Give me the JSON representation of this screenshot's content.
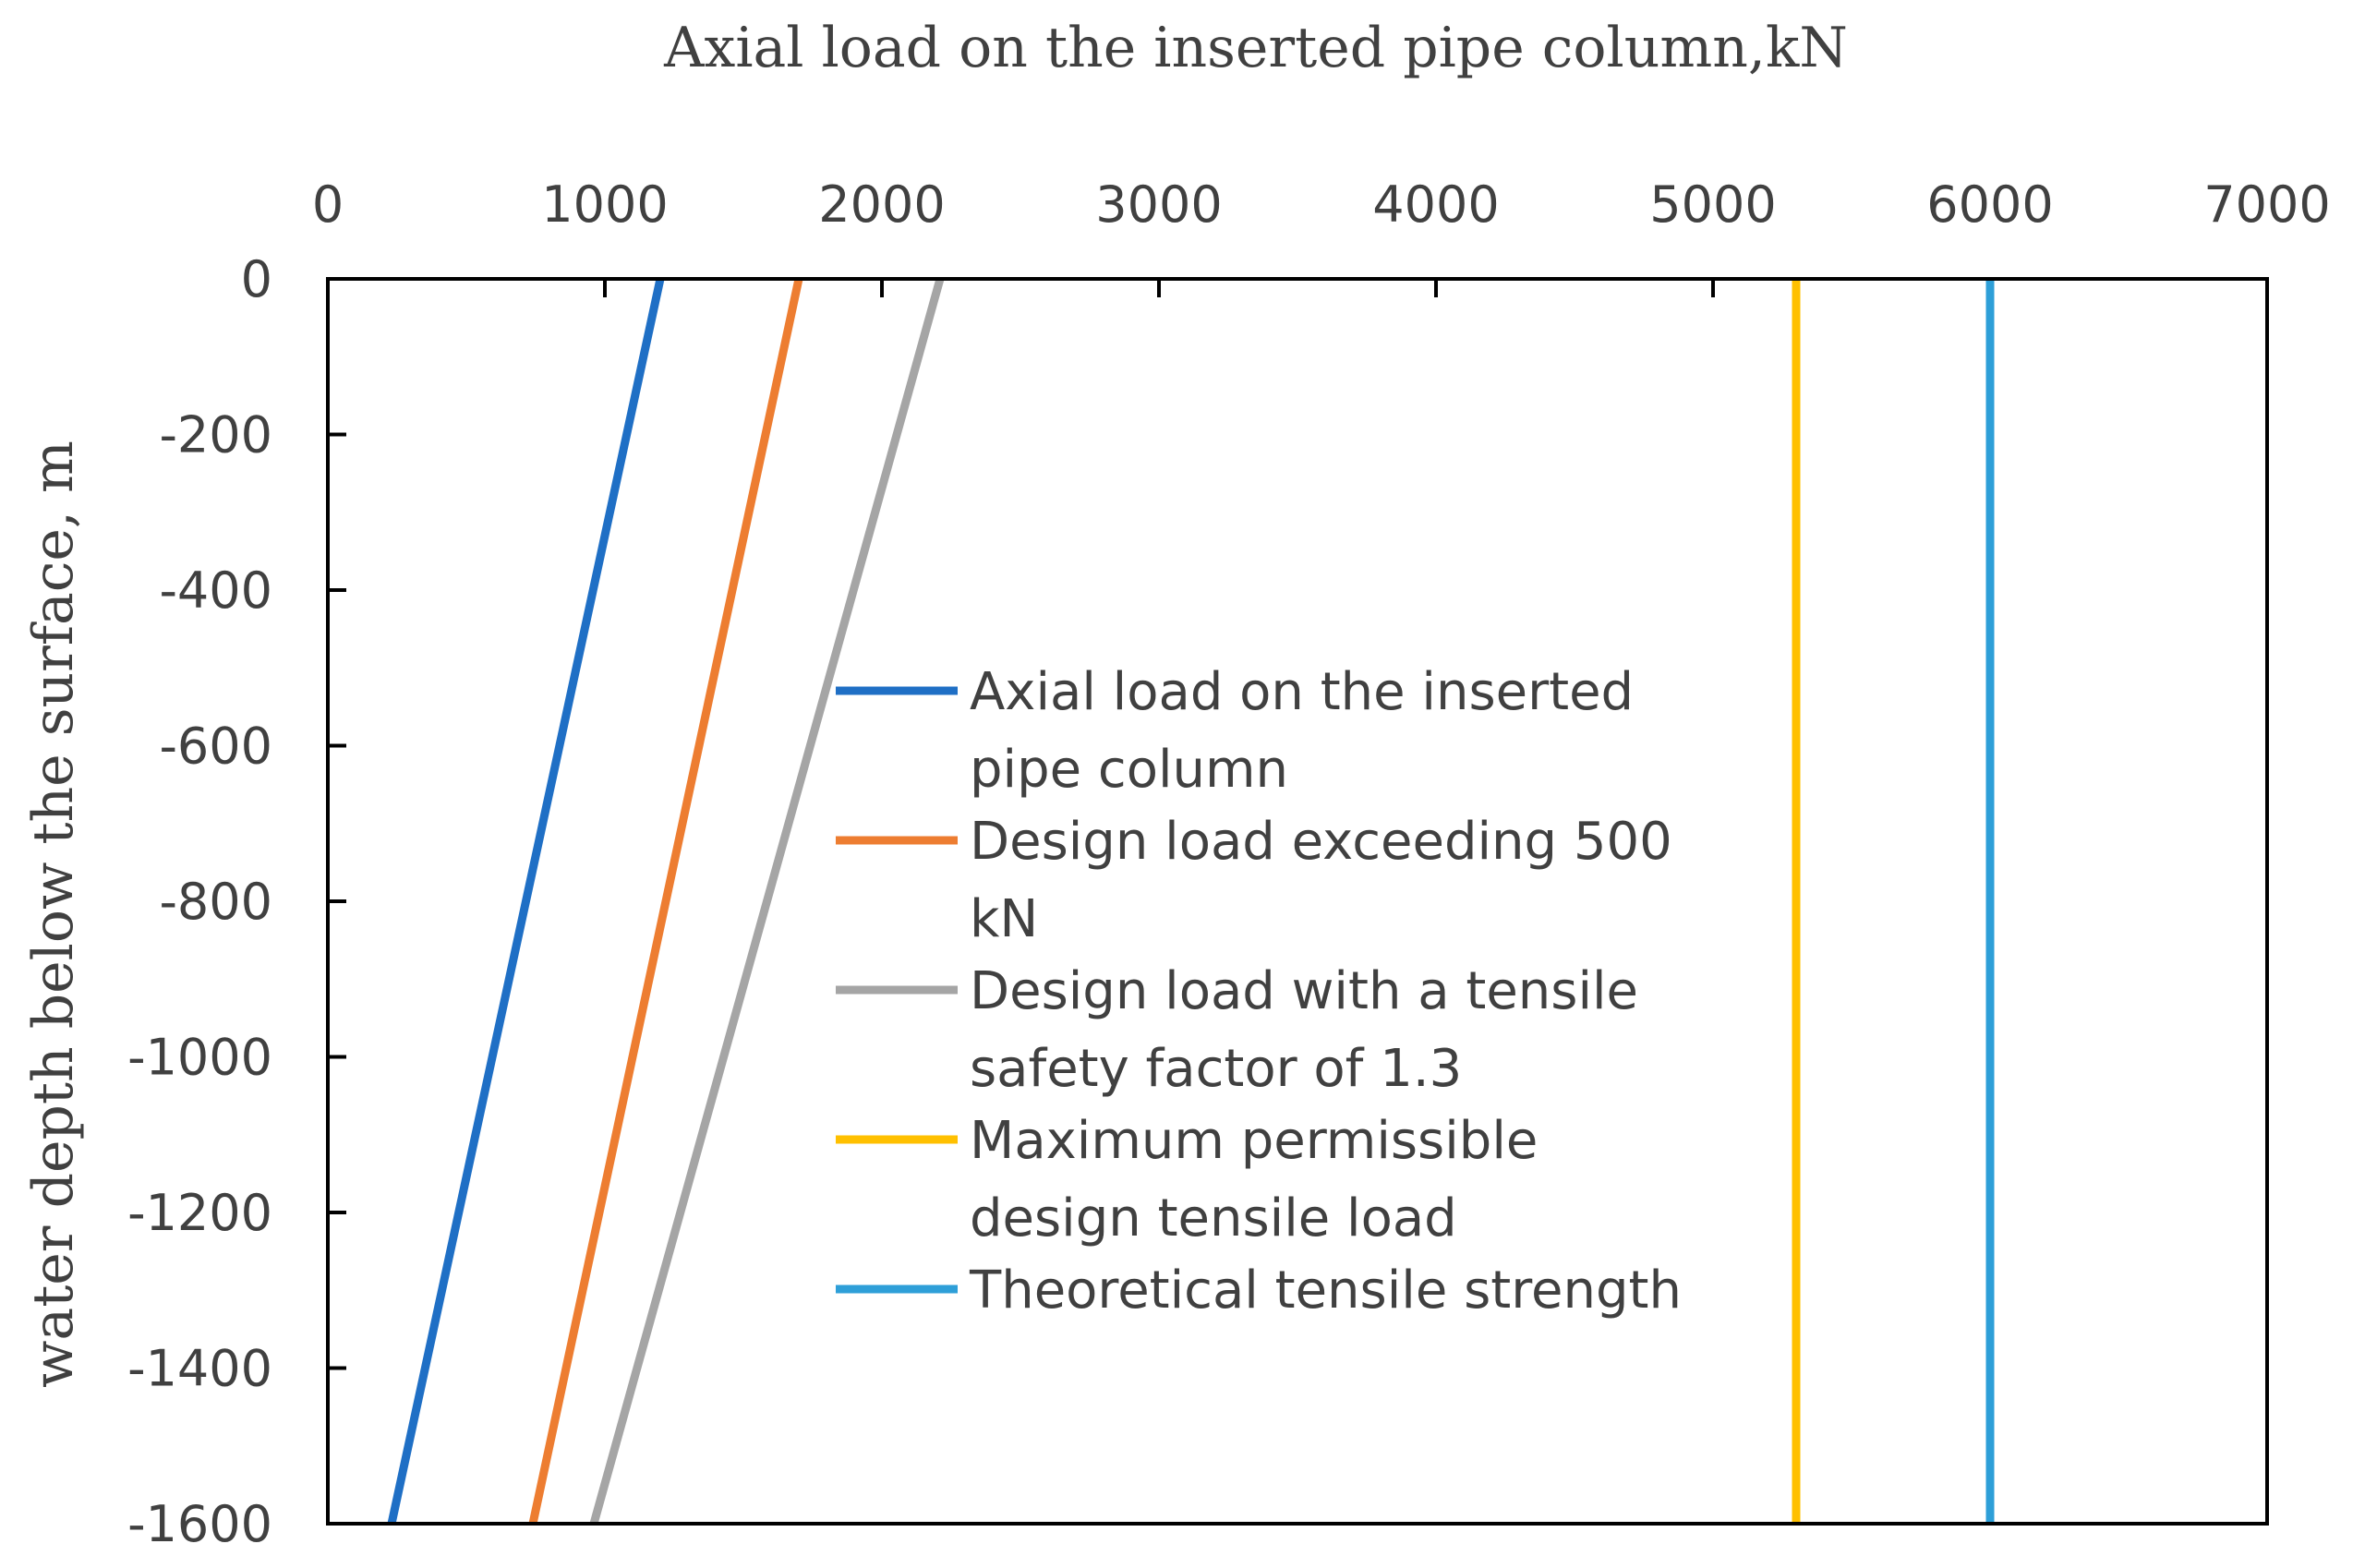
{
  "chart_data": {
    "type": "line",
    "title": "",
    "xlabel": "Axial load on the inserted pipe column,kN",
    "ylabel": "water depth below the surface, m",
    "xlim": [
      0,
      7000
    ],
    "ylim": [
      -1600,
      0
    ],
    "x_axis_position": "top",
    "x_ticks": [
      0,
      1000,
      2000,
      3000,
      4000,
      5000,
      6000,
      7000
    ],
    "y_ticks": [
      0,
      -200,
      -400,
      -600,
      -800,
      -1000,
      -1200,
      -1400,
      -1600
    ],
    "grid": false,
    "legend_position": "center",
    "series": [
      {
        "name": "Axial load on the inserted pipe column",
        "legend_lines": [
          "Axial load on the inserted",
          "pipe column"
        ],
        "color": "#1f6fc5",
        "points": [
          [
            1200,
            0
          ],
          [
            230,
            -1600
          ]
        ]
      },
      {
        "name": "Design load exceeding 500 kN",
        "legend_lines": [
          "Design load exceeding 500",
          "kN"
        ],
        "color": "#ed7d31",
        "points": [
          [
            1700,
            0
          ],
          [
            740,
            -1600
          ]
        ]
      },
      {
        "name": "Design load with a tensile safety factor of 1.3",
        "legend_lines": [
          "Design load with a tensile",
          "safety factor of 1.3"
        ],
        "color": "#a5a5a5",
        "points": [
          [
            2210,
            0
          ],
          [
            960,
            -1600
          ]
        ]
      },
      {
        "name": "Maximum permissible design tensile load",
        "legend_lines": [
          "Maximum permissible",
          "design tensile load"
        ],
        "color": "#ffc000",
        "points": [
          [
            5300,
            0
          ],
          [
            5300,
            -1600
          ]
        ]
      },
      {
        "name": "Theoretical tensile strength",
        "legend_lines": [
          "Theoretical tensile strength"
        ],
        "color": "#2e9fd8",
        "points": [
          [
            6000,
            0
          ],
          [
            6000,
            -1600
          ]
        ]
      }
    ]
  }
}
